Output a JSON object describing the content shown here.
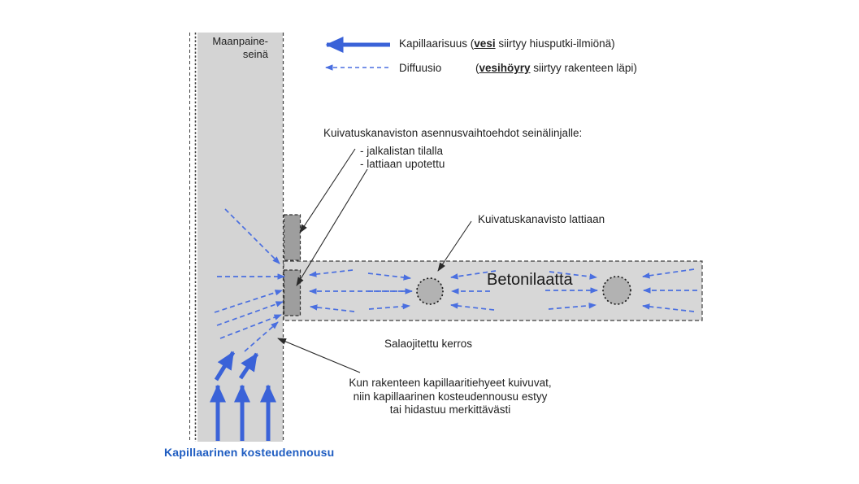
{
  "legend": {
    "capillarity": {
      "pre": "Kapillaarisuus (",
      "em": "vesi",
      "post": " siirtyy hiusputki-ilmiönä)"
    },
    "diffusion": {
      "label": "Diffuusio",
      "pre": "(",
      "em": "vesihöyry",
      "post": " siirtyy rakenteen läpi)"
    }
  },
  "labels": {
    "wall_line1": "Maanpaine-",
    "wall_line2": "seinä",
    "slab": "Betonilaatta",
    "channel_options_title": "Kuivatuskanaviston asennusvaihtoehdot seinälinjalle:",
    "channel_option1": "- jalkalistan tilalla",
    "channel_option2": "- lattiaan upotettu",
    "floor_channel": "Kuivatuskanavisto lattiaan",
    "drained_layer": "Salaojitettu kerros",
    "note_line1": "Kun rakenteen kapillaaritiehyeet kuivuvat,",
    "note_line2": "niin kapillaarinen kosteudennousu estyy",
    "note_line3": "tai hidastuu merkittävästi",
    "capillary_rise": "Kapillaarinen kosteudennousu"
  },
  "colors": {
    "arrow_blue": "#3a62d8",
    "dash_blue": "#4a6fe0",
    "label_blue": "#1e5cc1",
    "wall_gray": "#d4d4d4",
    "slab_gray": "#d7d7d7",
    "channel_gray": "#9e9e9e",
    "circle_gray": "#b2b2b2"
  }
}
